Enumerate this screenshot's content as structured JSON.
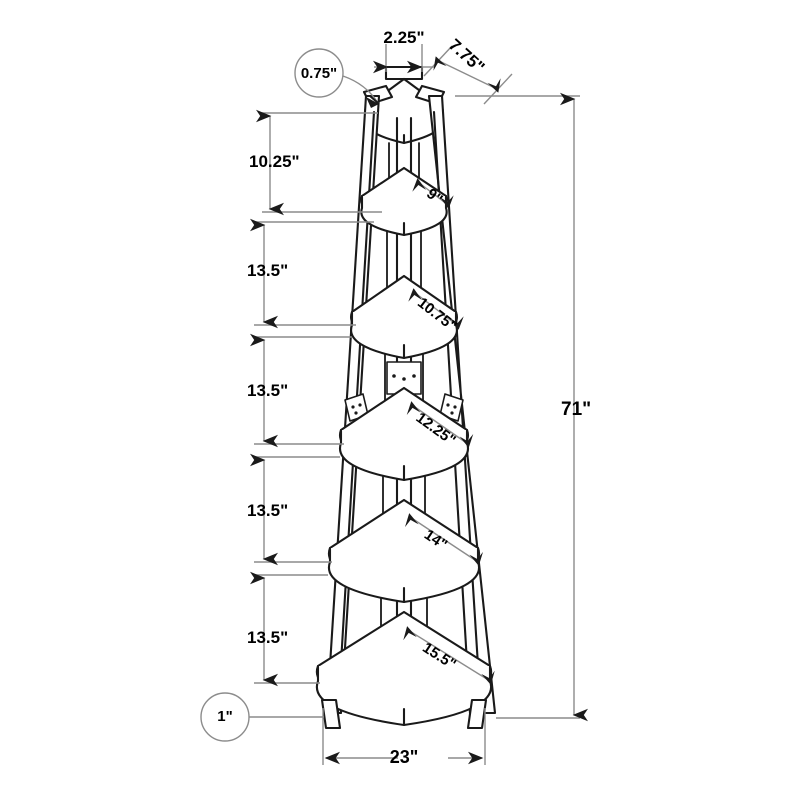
{
  "drawing": {
    "title": "Corner Bookcase Dimensioned Technical Drawing",
    "units": "inches",
    "stroke_color": "#1a1a1a",
    "dimension_line_color": "#808080",
    "text_color": "#000000",
    "background": "#ffffff"
  },
  "overall": {
    "height_label": "71\"",
    "width_label": "23\""
  },
  "top_dims": {
    "post_width_label": "2.25\"",
    "top_diagonal_label": "7.75\""
  },
  "callouts": [
    {
      "id": "top-thickness",
      "label": "0.75\""
    },
    {
      "id": "foot-height",
      "label": "1\""
    }
  ],
  "vertical_gaps": [
    {
      "index": 0,
      "label": "10.25\""
    },
    {
      "index": 1,
      "label": "13.5\""
    },
    {
      "index": 2,
      "label": "13.5\""
    },
    {
      "index": 3,
      "label": "13.5\""
    },
    {
      "index": 4,
      "label": "13.5\""
    }
  ],
  "shelf_dims": [
    {
      "index": 0,
      "label": "9\""
    },
    {
      "index": 1,
      "label": "10.75\""
    },
    {
      "index": 2,
      "label": "12.25\""
    },
    {
      "index": 3,
      "label": "14\""
    },
    {
      "index": 4,
      "label": "15.5\""
    }
  ]
}
